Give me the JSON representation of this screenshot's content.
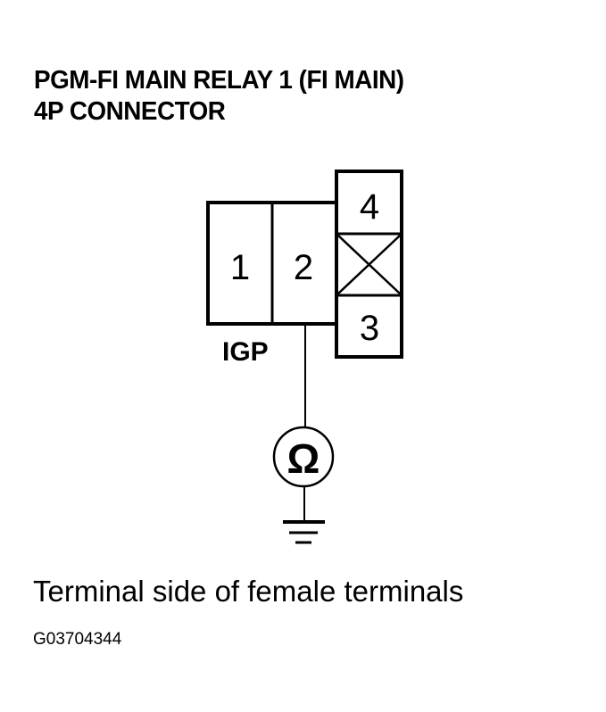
{
  "title": {
    "line1": "PGM-FI MAIN RELAY 1 (FI MAIN)",
    "line2": "4P CONNECTOR"
  },
  "connector": {
    "pins": [
      {
        "number": "1",
        "label": ""
      },
      {
        "number": "2",
        "label": "IGP"
      },
      {
        "number": "3",
        "label": ""
      },
      {
        "number": "4",
        "label": ""
      }
    ],
    "unused_cavity": "X",
    "pin_label": "IGP"
  },
  "meter": {
    "symbol": "Ω",
    "type": "ohmmeter"
  },
  "caption": "Terminal side of female terminals",
  "figure_code": "G03704344"
}
